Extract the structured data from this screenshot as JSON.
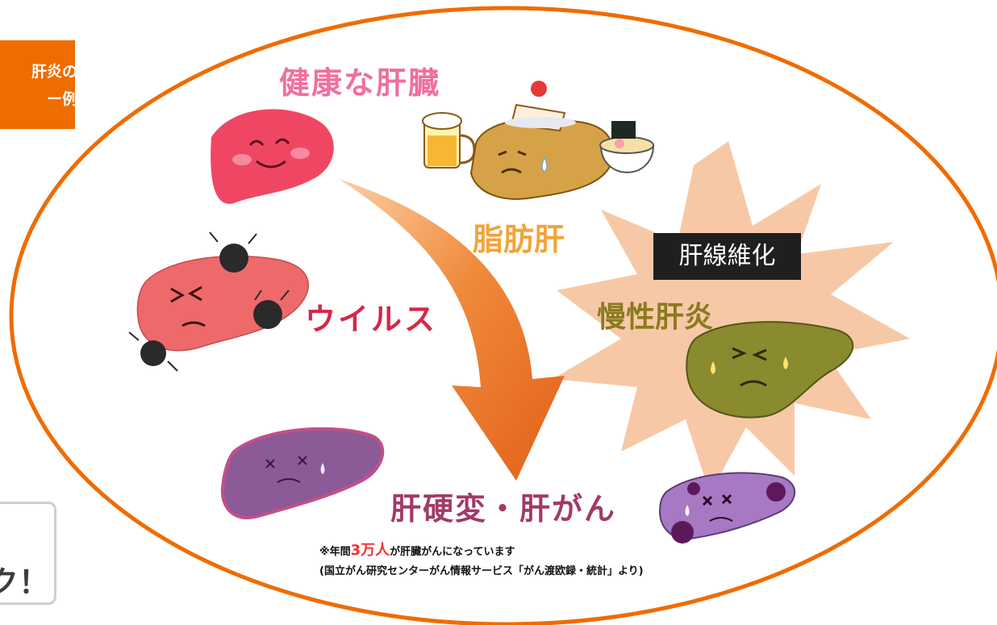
{
  "side_box": {
    "line1": "肝炎の",
    "line2": "ー例"
  },
  "check_card": {
    "text": "ク！"
  },
  "labels": {
    "healthy": "健康な肝臓",
    "fatty": "脂肪肝",
    "virus": "ウイルス",
    "fibrosis": "肝線維化",
    "chronic": "慢性肝炎",
    "cirrhosis": "肝硬変・肝がん"
  },
  "note": {
    "prefix": "※年間",
    "highlight": "3万人",
    "suffix": "が肝臓がんになっています",
    "source": "(国立がん研究センターがん情報サービス「がん渡欧録・統計」より)"
  },
  "colors": {
    "ellipse_stroke": "#ef6c00",
    "arrow": "#ef7a2a",
    "healthy_liver": "#ef4763",
    "fatty_liver": "#d6a247",
    "virus_liver": "#ee6a6a",
    "chronic_liver": "#8a8a2e",
    "cirrhosis_liver": "#8c5a96",
    "starburst": "#f7c8a6",
    "highlight": "#ef3232"
  }
}
